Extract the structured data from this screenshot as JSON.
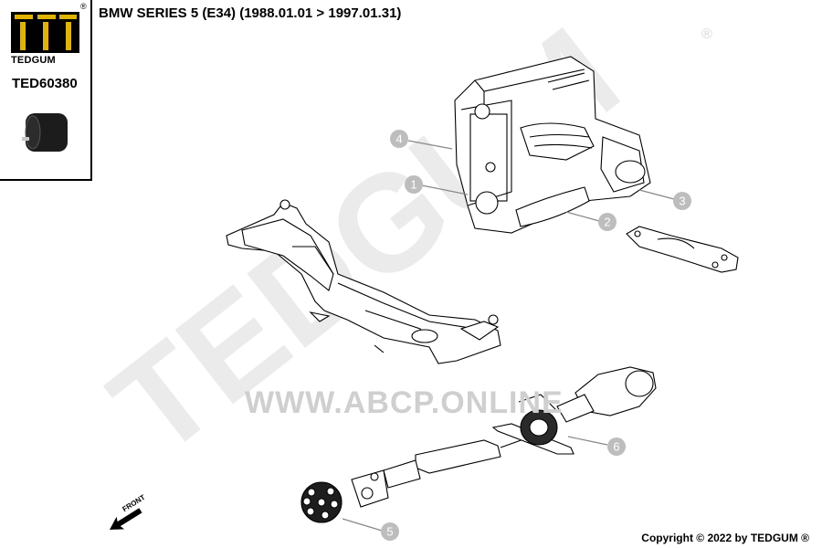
{
  "header": {
    "brand": "TEDGUM",
    "registered": "®",
    "part_number": "TED60380",
    "title": "BMW SERIES 5 (E34)  (1988.01.01 > 1997.01.31)"
  },
  "watermark": {
    "text": "TEDGUM",
    "url": "WWW.ABCP.ONLINE"
  },
  "callouts": [
    "1",
    "2",
    "3",
    "4",
    "5",
    "6"
  ],
  "direction": {
    "label": "FRONT"
  },
  "footer": {
    "copyright": "Copyright © 2022 by TEDGUM ®"
  },
  "colors": {
    "watermark": "#e6e6e6",
    "callout": "#bdbdbd",
    "line": "#000000"
  }
}
